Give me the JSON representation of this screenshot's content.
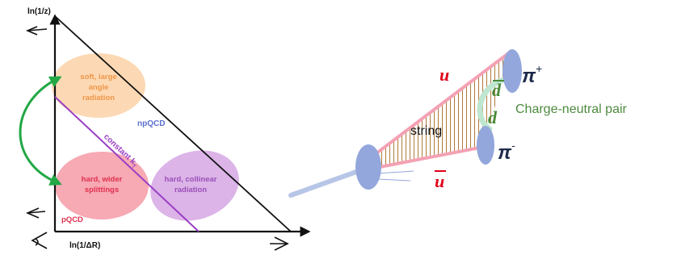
{
  "lund_plane": {
    "y_axis_label": "ln(1/z)",
    "x_axis_label": "ln(1/ΔR)",
    "regions": {
      "soft_large_angle": [
        "soft, large",
        "angle",
        "radiation"
      ],
      "hard_wider": [
        "hard, wider",
        "splittings"
      ],
      "hard_collinear": [
        "hard, collinear",
        "radiation"
      ]
    },
    "npqcd_label": "npQCD",
    "pqcd_label": "pQCD",
    "constant_kt_label": "constant k",
    "constant_kt_subscript": "T",
    "colors": {
      "soft_region": "#fcd9b4",
      "soft_text": "#f0964a",
      "hard_wide_region": "#f7a9b4",
      "hard_wide_text": "#e0304e",
      "collinear_region": "#dcb4e8",
      "collinear_text": "#9a50b8",
      "kt_line": "#9b3fc4",
      "npqcd_text": "#5b6fd0",
      "pqcd_text": "#e0304e",
      "arrow": "#22a845"
    }
  },
  "string_model": {
    "quark_top": "u",
    "quark_bottom": "u",
    "d_top": "d",
    "d_bottom": "d",
    "string_label": "string",
    "pion_plus": "π",
    "pion_plus_charge": "+",
    "pion_minus": "π",
    "pion_minus_charge": "-",
    "pair_label": "Charge-neutral pair",
    "colors": {
      "quark_red": "#e0001a",
      "d_green": "#4a8a3a",
      "pair_green": "#4e8a3e",
      "string_pink": "#f4a1b4",
      "hatch": "#b07a3a",
      "ellipse_blue": "#93a7dc"
    }
  }
}
